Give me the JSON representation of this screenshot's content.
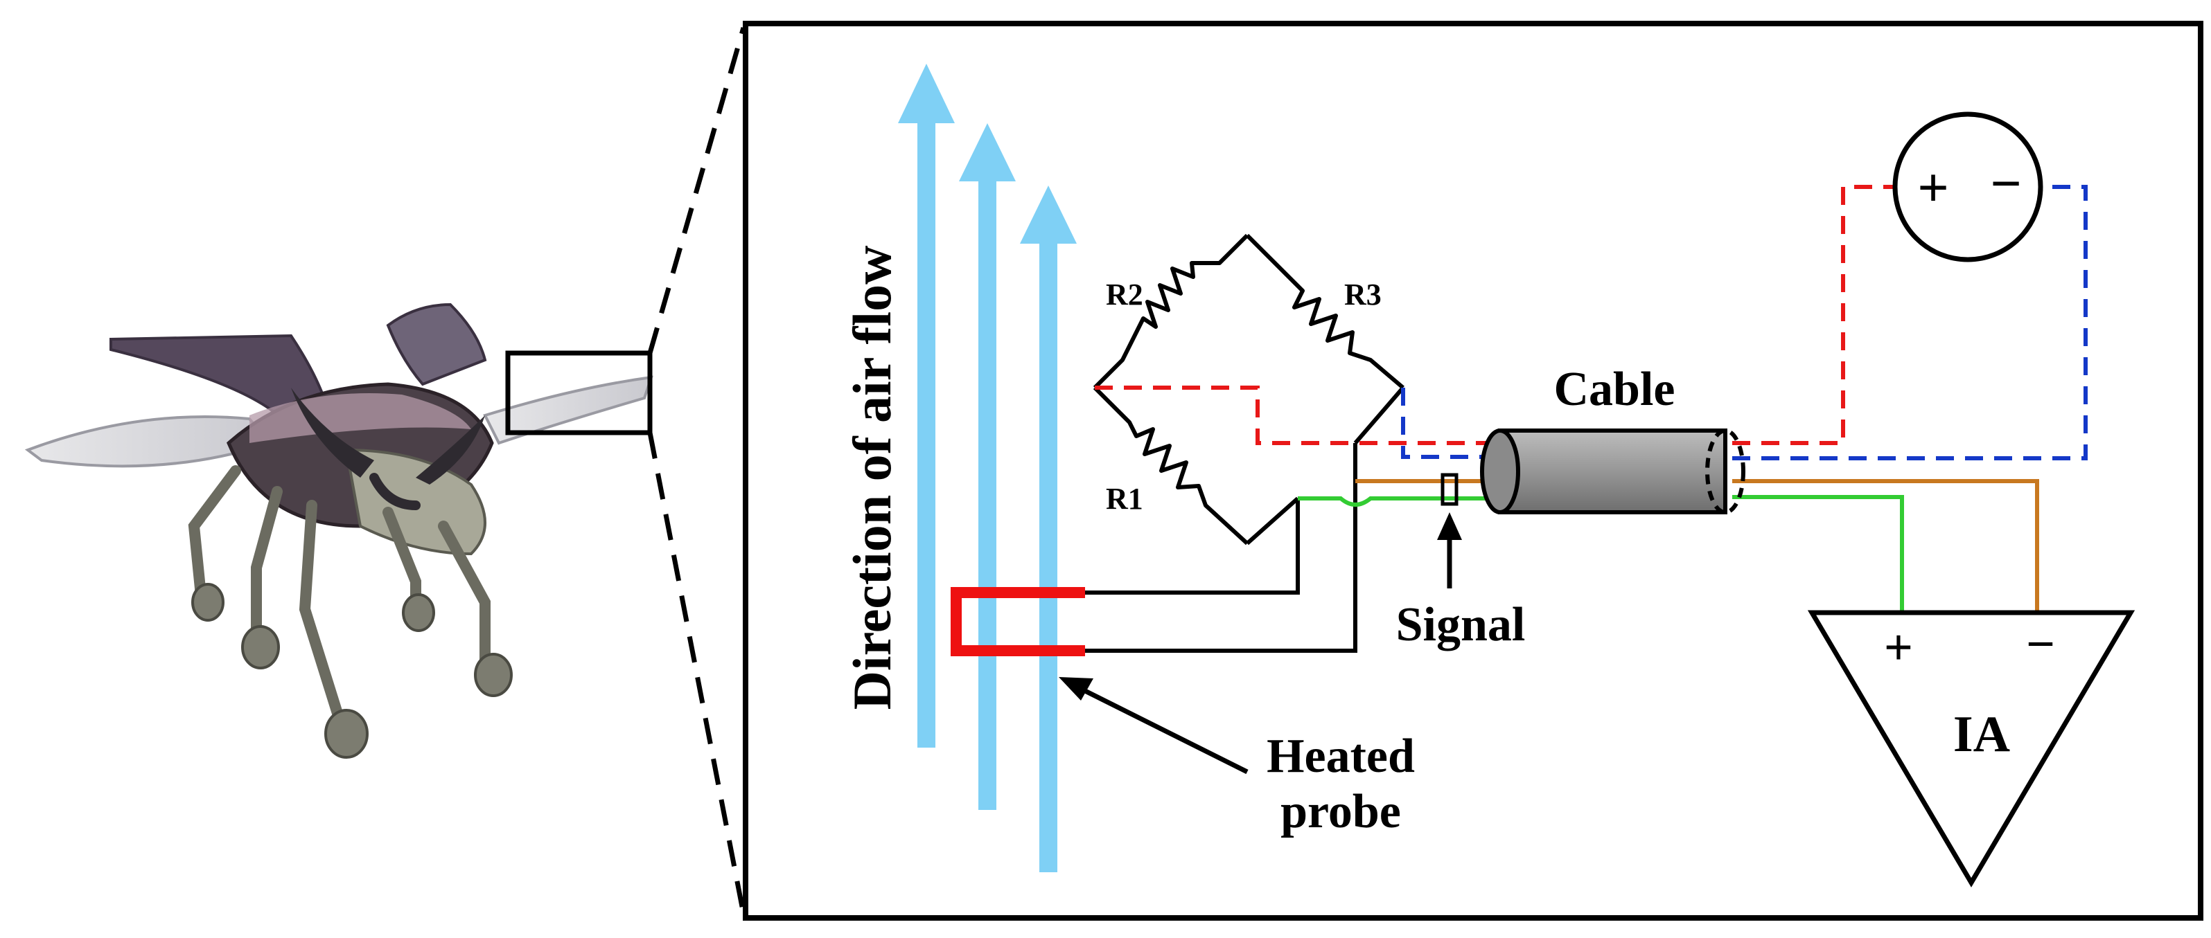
{
  "labels": {
    "r1": "R1",
    "r2": "R2",
    "r3": "R3",
    "cable": "Cable",
    "signal": "Signal",
    "heated_probe_line1": "Heated",
    "heated_probe_line2": "probe",
    "airflow": "Direction of air flow",
    "ia": "IA",
    "ia_plus": "+",
    "ia_minus": "−",
    "supply_plus": "+",
    "supply_minus": "−"
  },
  "colors": {
    "airflow_arrow": "#7fd0f5",
    "probe": "#ee1111",
    "supply_positive_wire": "#e81818",
    "supply_negative_wire": "#1438c8",
    "signal_positive_wire": "#33cc33",
    "signal_negative_wire": "#c87820",
    "cable_body": "#9a9a9a",
    "frame": "#000000"
  },
  "icons": {
    "robot": "flying-robot-insect-illustration"
  }
}
